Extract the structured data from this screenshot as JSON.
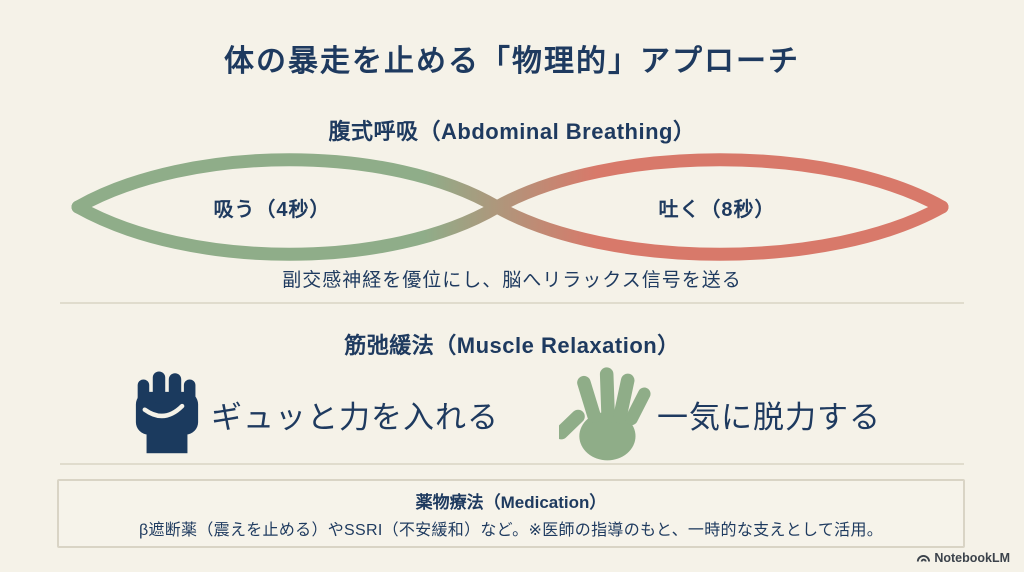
{
  "page": {
    "background_color": "#F5F2E8",
    "text_color": "#1E3A5F"
  },
  "title": "体の暴走を止める「物理的」アプローチ",
  "breathing": {
    "heading": "腹式呼吸（Abdominal Breathing）",
    "inhale_label": "吸う（4秒）",
    "exhale_label": "吐く（8秒）",
    "caption": "副交感神経を優位にし、脳へリラックス信号を送る",
    "inhale_color": "#8FAD89",
    "exhale_color": "#D8796A"
  },
  "muscle": {
    "heading": "筋弛緩法（Muscle Relaxation）",
    "tense_label": "ギュッと力を入れる",
    "relax_label": "一気に脱力する",
    "fist_icon_color": "#1B3A5E",
    "hand_icon_color": "#8FAD88"
  },
  "medication": {
    "heading": "薬物療法（Medication）",
    "description": "β遮断薬（震えを止める）やSSRI（不安緩和）など。※医師の指導のもと、一時的な支えとして活用。"
  },
  "footer": {
    "brand": "NotebookLM"
  }
}
